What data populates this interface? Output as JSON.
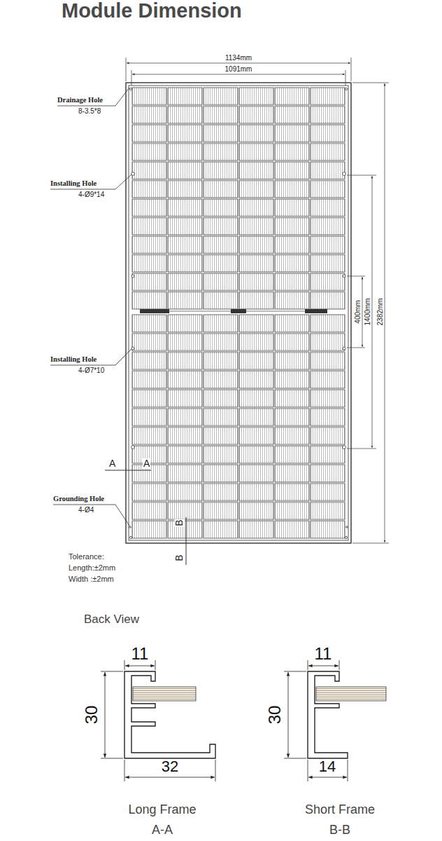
{
  "diagram": {
    "title": "Module Dimension",
    "labels": [
      "1134mm",
      "1091mm",
      "Drainage Hole",
      "8-3.5*8",
      "Installing Hole",
      "4-Ø9*14",
      "400mm",
      "1400mm",
      "2382mm",
      "Installing Hole",
      "4-Ø7*10",
      "A",
      "A",
      "Grounding Hole",
      "4-Ø4",
      "B",
      "B",
      "Tolerance:",
      "Length:±2mm",
      "Width :±2mm",
      "Back View",
      "11",
      "30",
      "32",
      "Long Frame",
      "A-A",
      "11",
      "30",
      "14",
      "Short Frame",
      "B-B"
    ]
  }
}
